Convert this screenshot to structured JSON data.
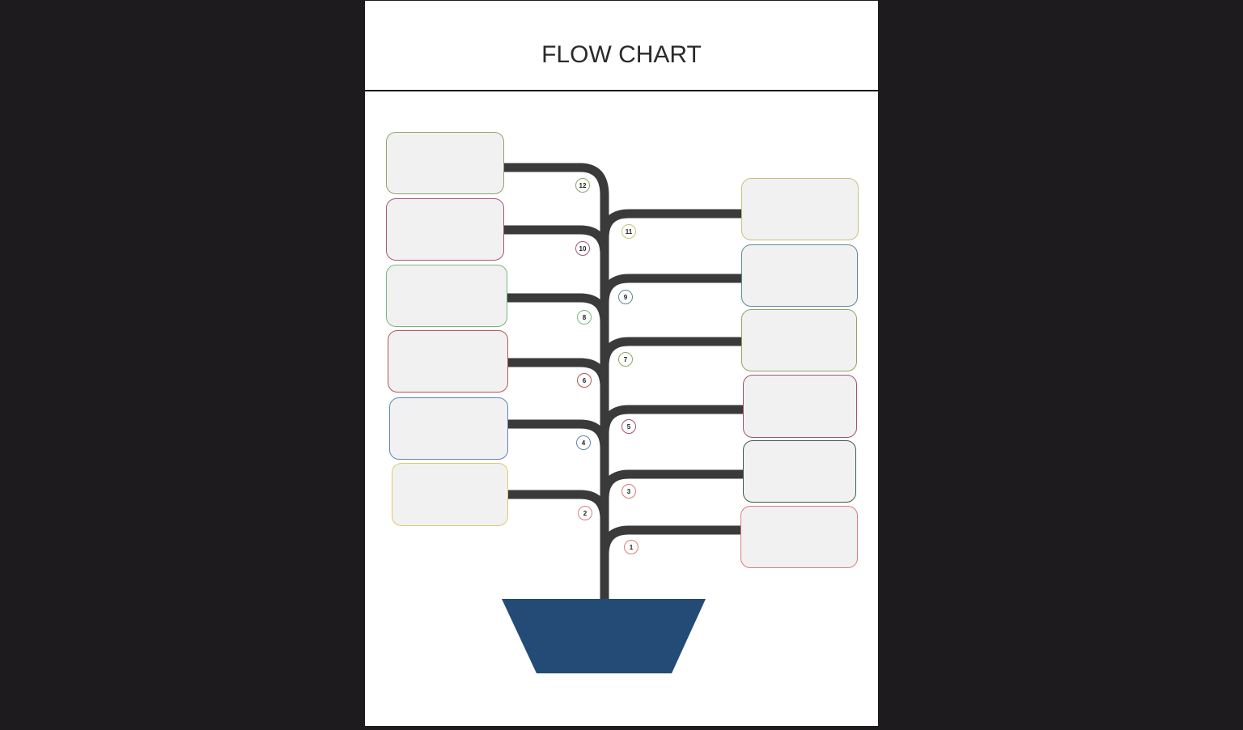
{
  "title": "FLOW CHART",
  "colors": {
    "background": "#1e1b1e",
    "page": "#ffffff",
    "stem": "#3a3a3a",
    "pot": "#234b75",
    "box_fill": "#f1f1f1"
  },
  "nodes": [
    {
      "num": "1",
      "side": "right",
      "border": "#df7b7b"
    },
    {
      "num": "2",
      "side": "left",
      "border": "#e3c964"
    },
    {
      "num": "3",
      "side": "right",
      "border": "#3f5e45"
    },
    {
      "num": "4",
      "side": "left",
      "border": "#5f86b5"
    },
    {
      "num": "5",
      "side": "right",
      "border": "#9f5275"
    },
    {
      "num": "6",
      "side": "left",
      "border": "#b65555"
    },
    {
      "num": "7",
      "side": "right",
      "border": "#8ea467"
    },
    {
      "num": "8",
      "side": "left",
      "border": "#79b77a"
    },
    {
      "num": "9",
      "side": "right",
      "border": "#5e8a96"
    },
    {
      "num": "10",
      "side": "left",
      "border": "#a3587a"
    },
    {
      "num": "11",
      "side": "right",
      "border": "#c7c27a"
    },
    {
      "num": "12",
      "side": "left",
      "border": "#8fa56b"
    }
  ]
}
